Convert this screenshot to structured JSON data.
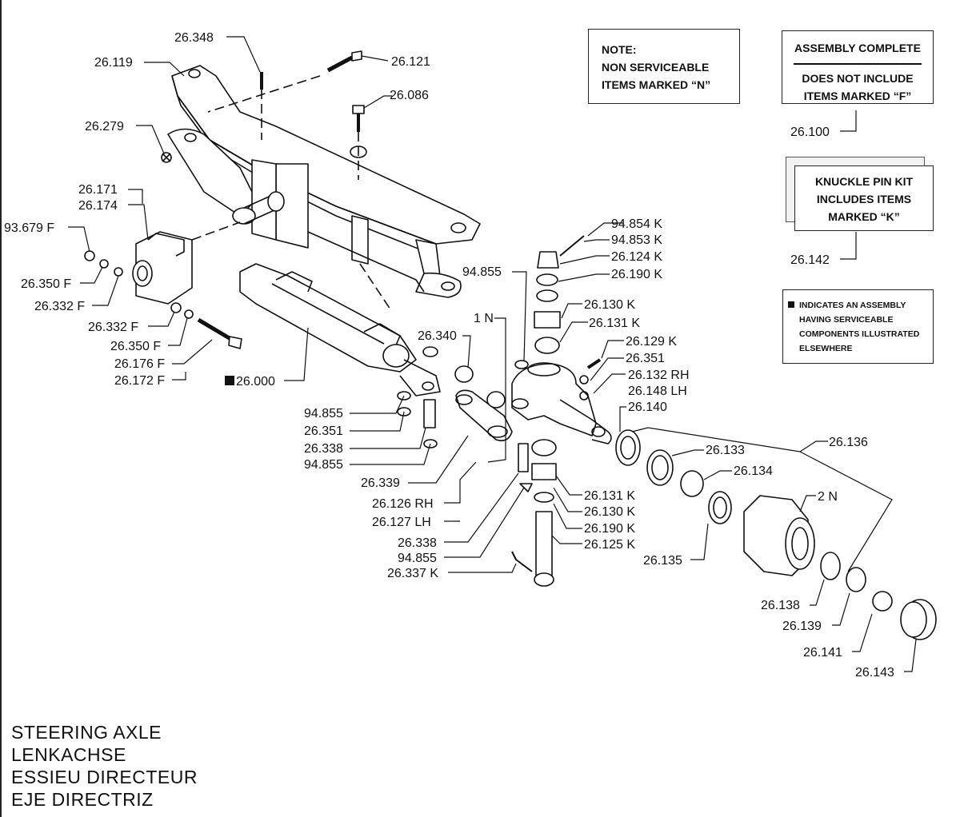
{
  "title": {
    "en": "STEERING AXLE",
    "de": "LENKACHSE",
    "fr": "ESSIEU DIRECTEUR",
    "es": "EJE DIRECTRIZ"
  },
  "notes": {
    "note_heading": "NOTE:",
    "note_line1": "NON SERVICEABLE",
    "note_line2": "ITEMS MARKED “N”",
    "assembly_line1": "ASSEMBLY COMPLETE",
    "assembly_line2": "DOES NOT INCLUDE",
    "assembly_line3": "ITEMS MARKED “F”",
    "assembly_ref": "26.100",
    "kit_line1": "KNUCKLE PIN KIT",
    "kit_line2": "INCLUDES ITEMS",
    "kit_line3": "MARKED “K”",
    "kit_ref": "26.142",
    "legend_line1": "INDICATES AN ASSEMBLY",
    "legend_line2": "HAVING SERVICEABLE",
    "legend_line3": "COMPONENTS ILLUSTRATED",
    "legend_line4": "ELSEWHERE"
  },
  "parts": [
    "26.348",
    "26.119",
    "26.121",
    "26.086",
    "26.279",
    "26.171",
    "26.174",
    "93.679 F",
    "26.350 F",
    "26.332 F",
    "26.332 F",
    "26.350 F",
    "26.176 F",
    "26.172 F",
    "26.000",
    "94.854 K",
    "94.853 K",
    "26.124 K",
    "26.190 K",
    "94.855",
    "26.130 K",
    "26.131 K",
    "1 N",
    "26.340",
    "26.129 K",
    "26.351",
    "26.132 RH",
    "26.148 LH",
    "26.140",
    "94.855",
    "26.351",
    "26.338",
    "94.855",
    "26.136",
    "26.133",
    "26.134",
    "26.339",
    "26.126 RH",
    "26.127 LH",
    "26.131 K",
    "26.130 K",
    "26.190 K",
    "2 N",
    "26.338",
    "94.855",
    "26.125 K",
    "26.337 K",
    "26.135",
    "26.138",
    "26.139",
    "26.141",
    "26.143"
  ]
}
